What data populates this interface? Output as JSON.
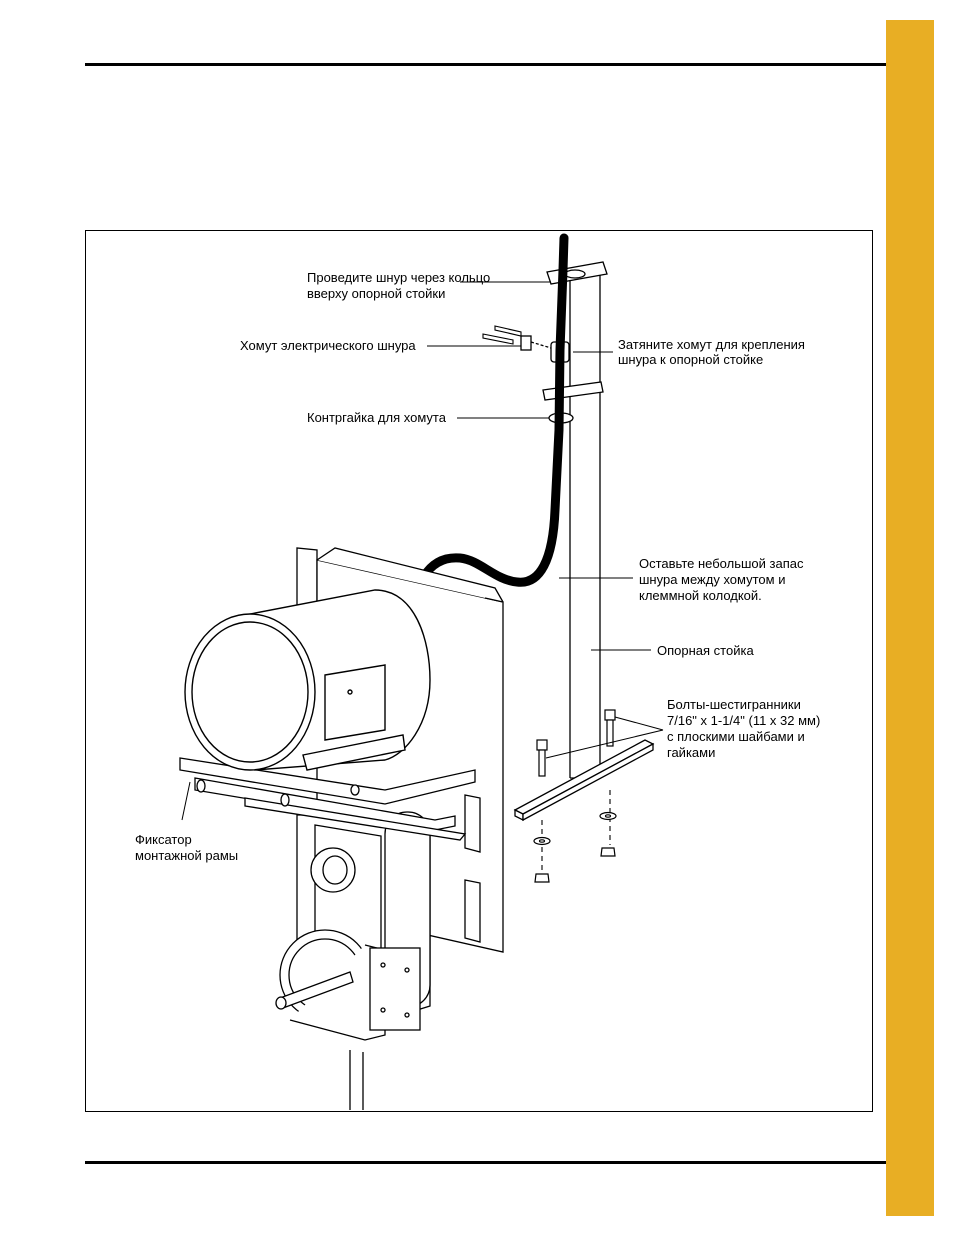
{
  "accent_color": "#E8AE24",
  "labels": {
    "ring_line1": "Проведите шнур через кольцо",
    "ring_line2": "вверху опорной стойки",
    "cord_clamp": "Хомут электрического шнура",
    "tighten_line1": "Затяните хомут для крепления",
    "tighten_line2": "шнура к опорной стойке",
    "locknut": "Контргайка для хомута",
    "slack_line1": "Оставьте небольшой запас",
    "slack_line2": "шнура между хомутом и",
    "slack_line3": "клеммной колодкой.",
    "post": "Опорная стойка",
    "bolts_line1": "Болты-шестигранники",
    "bolts_line2": "7/16\" x 1-1/4\" (11 x 32 мм)",
    "bolts_line3": "с плоскими шайбами и",
    "bolts_line4": "гайками",
    "frame_line1": "Фиксатор",
    "frame_line2": "монтажной рамы"
  }
}
